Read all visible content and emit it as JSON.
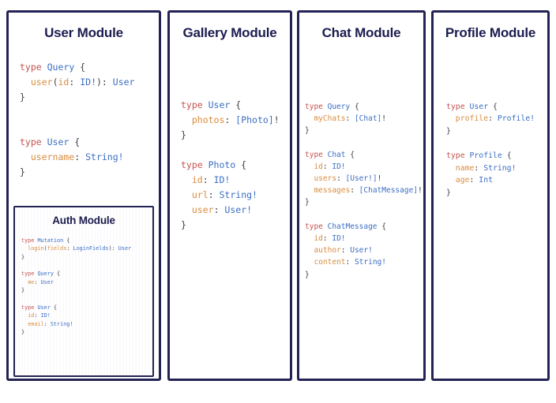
{
  "page": {
    "background_color": "#ffffff",
    "panel_border_color": "#232254",
    "heading_color": "#1c1c4f"
  },
  "syntax_colors": {
    "keyword": "#c4534f",
    "type_name": "#3b6ec4",
    "field_name": "#d98c3f",
    "punctuation": "#3d3d46"
  },
  "panels": [
    {
      "id": "user",
      "title": "User Module",
      "code_lines": [
        [
          {
            "t": "type ",
            "c": "kw"
          },
          {
            "t": "Query",
            "c": "type"
          },
          {
            "t": " {",
            "c": "pn"
          }
        ],
        [
          {
            "t": "  ",
            "c": "pn"
          },
          {
            "t": "user",
            "c": "fld"
          },
          {
            "t": "(",
            "c": "pn"
          },
          {
            "t": "id",
            "c": "fld"
          },
          {
            "t": ": ",
            "c": "pn"
          },
          {
            "t": "ID!",
            "c": "type"
          },
          {
            "t": "): ",
            "c": "pn"
          },
          {
            "t": "User",
            "c": "type"
          }
        ],
        [
          {
            "t": "}",
            "c": "pn"
          }
        ],
        [],
        [],
        [
          {
            "t": "type ",
            "c": "kw"
          },
          {
            "t": "User",
            "c": "type"
          },
          {
            "t": " {",
            "c": "pn"
          }
        ],
        [
          {
            "t": "  ",
            "c": "pn"
          },
          {
            "t": "username",
            "c": "fld"
          },
          {
            "t": ": ",
            "c": "pn"
          },
          {
            "t": "String!",
            "c": "type"
          }
        ],
        [
          {
            "t": "}",
            "c": "pn"
          }
        ]
      ],
      "nested_panel": {
        "id": "auth",
        "title": "Auth Module",
        "code_lines": [
          [
            {
              "t": "type ",
              "c": "kw"
            },
            {
              "t": "Mutation",
              "c": "type"
            },
            {
              "t": " {",
              "c": "pn"
            }
          ],
          [
            {
              "t": "  ",
              "c": "pn"
            },
            {
              "t": "login",
              "c": "fld"
            },
            {
              "t": "(",
              "c": "pn"
            },
            {
              "t": "fields",
              "c": "fld"
            },
            {
              "t": ": ",
              "c": "pn"
            },
            {
              "t": "LoginFields",
              "c": "type"
            },
            {
              "t": "): ",
              "c": "pn"
            },
            {
              "t": "User",
              "c": "type"
            }
          ],
          [
            {
              "t": "}",
              "c": "pn"
            }
          ],
          [],
          [
            {
              "t": "type ",
              "c": "kw"
            },
            {
              "t": "Query",
              "c": "type"
            },
            {
              "t": " {",
              "c": "pn"
            }
          ],
          [
            {
              "t": "  ",
              "c": "pn"
            },
            {
              "t": "me",
              "c": "fld"
            },
            {
              "t": ": ",
              "c": "pn"
            },
            {
              "t": "User",
              "c": "type"
            }
          ],
          [
            {
              "t": "}",
              "c": "pn"
            }
          ],
          [],
          [
            {
              "t": "type ",
              "c": "kw"
            },
            {
              "t": "User",
              "c": "type"
            },
            {
              "t": " {",
              "c": "pn"
            }
          ],
          [
            {
              "t": "  ",
              "c": "pn"
            },
            {
              "t": "id",
              "c": "fld"
            },
            {
              "t": ": ",
              "c": "pn"
            },
            {
              "t": "ID!",
              "c": "type"
            }
          ],
          [
            {
              "t": "  ",
              "c": "pn"
            },
            {
              "t": "email",
              "c": "fld"
            },
            {
              "t": ": ",
              "c": "pn"
            },
            {
              "t": "String!",
              "c": "type"
            }
          ],
          [
            {
              "t": "}",
              "c": "pn"
            }
          ]
        ]
      }
    },
    {
      "id": "gallery",
      "title": "Gallery Module",
      "code_lines": [
        [
          {
            "t": "type ",
            "c": "kw"
          },
          {
            "t": "User",
            "c": "type"
          },
          {
            "t": " {",
            "c": "pn"
          }
        ],
        [
          {
            "t": "  ",
            "c": "pn"
          },
          {
            "t": "photos",
            "c": "fld"
          },
          {
            "t": ": ",
            "c": "pn"
          },
          {
            "t": "[Photo]",
            "c": "type"
          },
          {
            "t": "!",
            "c": "pn"
          }
        ],
        [
          {
            "t": "}",
            "c": "pn"
          }
        ],
        [],
        [
          {
            "t": "type ",
            "c": "kw"
          },
          {
            "t": "Photo",
            "c": "type"
          },
          {
            "t": " {",
            "c": "pn"
          }
        ],
        [
          {
            "t": "  ",
            "c": "pn"
          },
          {
            "t": "id",
            "c": "fld"
          },
          {
            "t": ": ",
            "c": "pn"
          },
          {
            "t": "ID!",
            "c": "type"
          }
        ],
        [
          {
            "t": "  ",
            "c": "pn"
          },
          {
            "t": "url",
            "c": "fld"
          },
          {
            "t": ": ",
            "c": "pn"
          },
          {
            "t": "String!",
            "c": "type"
          }
        ],
        [
          {
            "t": "  ",
            "c": "pn"
          },
          {
            "t": "user",
            "c": "fld"
          },
          {
            "t": ": ",
            "c": "pn"
          },
          {
            "t": "User!",
            "c": "type"
          }
        ],
        [
          {
            "t": "}",
            "c": "pn"
          }
        ]
      ],
      "nested_panel": null
    },
    {
      "id": "chat",
      "title": "Chat Module",
      "code_lines": [
        [
          {
            "t": "type ",
            "c": "kw"
          },
          {
            "t": "Query",
            "c": "type"
          },
          {
            "t": " {",
            "c": "pn"
          }
        ],
        [
          {
            "t": "  ",
            "c": "pn"
          },
          {
            "t": "myChats",
            "c": "fld"
          },
          {
            "t": ": ",
            "c": "pn"
          },
          {
            "t": "[Chat]",
            "c": "type"
          },
          {
            "t": "!",
            "c": "pn"
          }
        ],
        [
          {
            "t": "}",
            "c": "pn"
          }
        ],
        [],
        [
          {
            "t": "type ",
            "c": "kw"
          },
          {
            "t": "Chat",
            "c": "type"
          },
          {
            "t": " {",
            "c": "pn"
          }
        ],
        [
          {
            "t": "  ",
            "c": "pn"
          },
          {
            "t": "id",
            "c": "fld"
          },
          {
            "t": ": ",
            "c": "pn"
          },
          {
            "t": "ID!",
            "c": "type"
          }
        ],
        [
          {
            "t": "  ",
            "c": "pn"
          },
          {
            "t": "users",
            "c": "fld"
          },
          {
            "t": ": ",
            "c": "pn"
          },
          {
            "t": "[User!]",
            "c": "type"
          },
          {
            "t": "!",
            "c": "pn"
          }
        ],
        [
          {
            "t": "  ",
            "c": "pn"
          },
          {
            "t": "messages",
            "c": "fld"
          },
          {
            "t": ": ",
            "c": "pn"
          },
          {
            "t": "[ChatMessage]",
            "c": "type"
          },
          {
            "t": "!",
            "c": "pn"
          }
        ],
        [
          {
            "t": "}",
            "c": "pn"
          }
        ],
        [],
        [
          {
            "t": "type ",
            "c": "kw"
          },
          {
            "t": "ChatMessage",
            "c": "type"
          },
          {
            "t": " {",
            "c": "pn"
          }
        ],
        [
          {
            "t": "  ",
            "c": "pn"
          },
          {
            "t": "id",
            "c": "fld"
          },
          {
            "t": ": ",
            "c": "pn"
          },
          {
            "t": "ID!",
            "c": "type"
          }
        ],
        [
          {
            "t": "  ",
            "c": "pn"
          },
          {
            "t": "author",
            "c": "fld"
          },
          {
            "t": ": ",
            "c": "pn"
          },
          {
            "t": "User!",
            "c": "type"
          }
        ],
        [
          {
            "t": "  ",
            "c": "pn"
          },
          {
            "t": "content",
            "c": "fld"
          },
          {
            "t": ": ",
            "c": "pn"
          },
          {
            "t": "String!",
            "c": "type"
          }
        ],
        [
          {
            "t": "}",
            "c": "pn"
          }
        ]
      ],
      "nested_panel": null
    },
    {
      "id": "profile",
      "title": "Profile Module",
      "code_lines": [
        [
          {
            "t": "type ",
            "c": "kw"
          },
          {
            "t": "User",
            "c": "type"
          },
          {
            "t": " {",
            "c": "pn"
          }
        ],
        [
          {
            "t": "  ",
            "c": "pn"
          },
          {
            "t": "profile",
            "c": "fld"
          },
          {
            "t": ": ",
            "c": "pn"
          },
          {
            "t": "Profile!",
            "c": "type"
          }
        ],
        [
          {
            "t": "}",
            "c": "pn"
          }
        ],
        [],
        [
          {
            "t": "type ",
            "c": "kw"
          },
          {
            "t": "Profile",
            "c": "type"
          },
          {
            "t": " {",
            "c": "pn"
          }
        ],
        [
          {
            "t": "  ",
            "c": "pn"
          },
          {
            "t": "name",
            "c": "fld"
          },
          {
            "t": ": ",
            "c": "pn"
          },
          {
            "t": "String!",
            "c": "type"
          }
        ],
        [
          {
            "t": "  ",
            "c": "pn"
          },
          {
            "t": "age",
            "c": "fld"
          },
          {
            "t": ": ",
            "c": "pn"
          },
          {
            "t": "Int",
            "c": "type"
          }
        ],
        [
          {
            "t": "}",
            "c": "pn"
          }
        ]
      ],
      "nested_panel": null
    }
  ]
}
